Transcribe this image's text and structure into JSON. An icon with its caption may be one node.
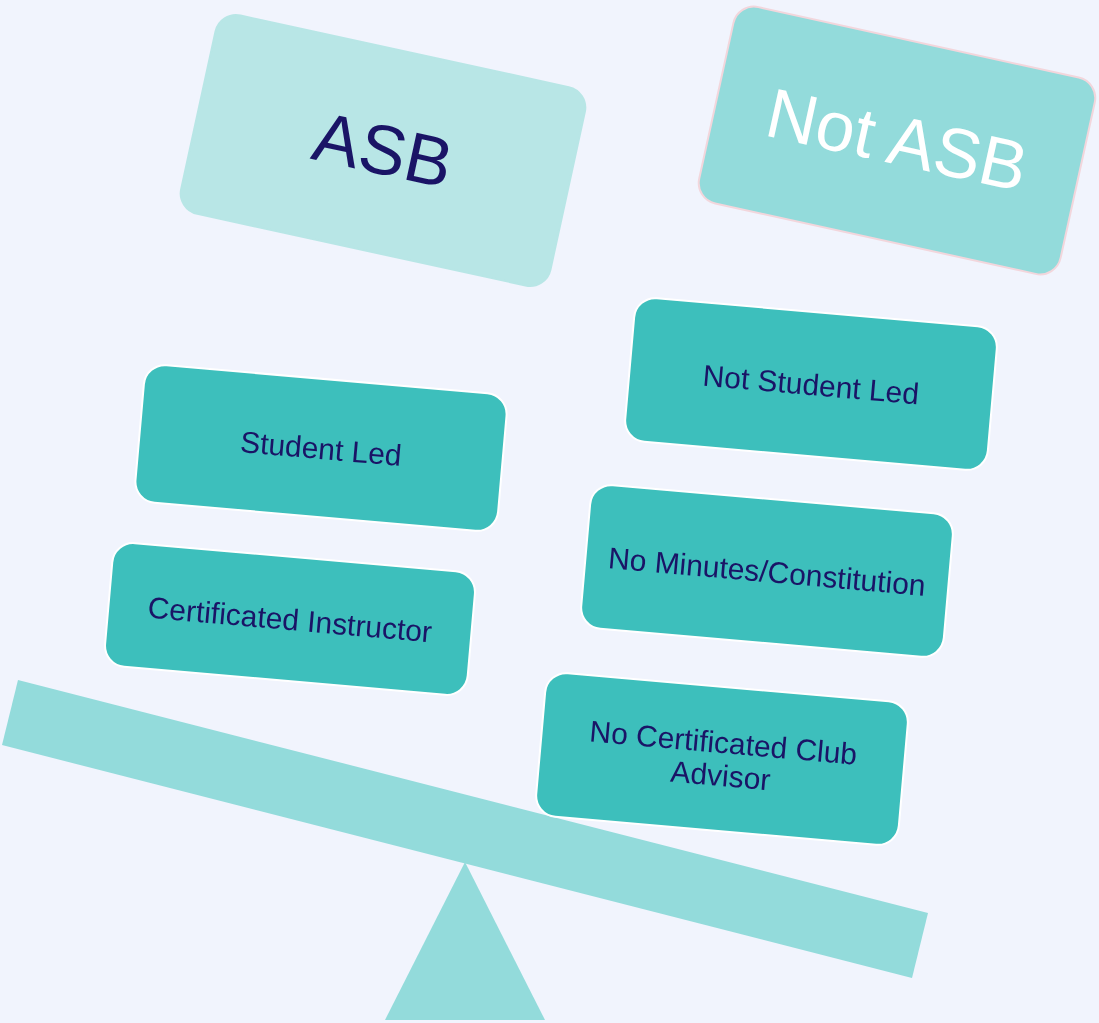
{
  "diagram": {
    "nodes": [
      {
        "text": [
          "ASB"
        ]
      },
      {
        "text": [
          "Not ASB"
        ]
      },
      {
        "text": [
          "Student Led"
        ]
      },
      {
        "text": [
          "Certificated Instructor"
        ]
      },
      {
        "text": [
          "Not Student Led"
        ]
      },
      {
        "text": [
          "No Minutes/Constitution"
        ]
      },
      {
        "text": [
          "No Certificated Club Advisor"
        ]
      }
    ]
  }
}
